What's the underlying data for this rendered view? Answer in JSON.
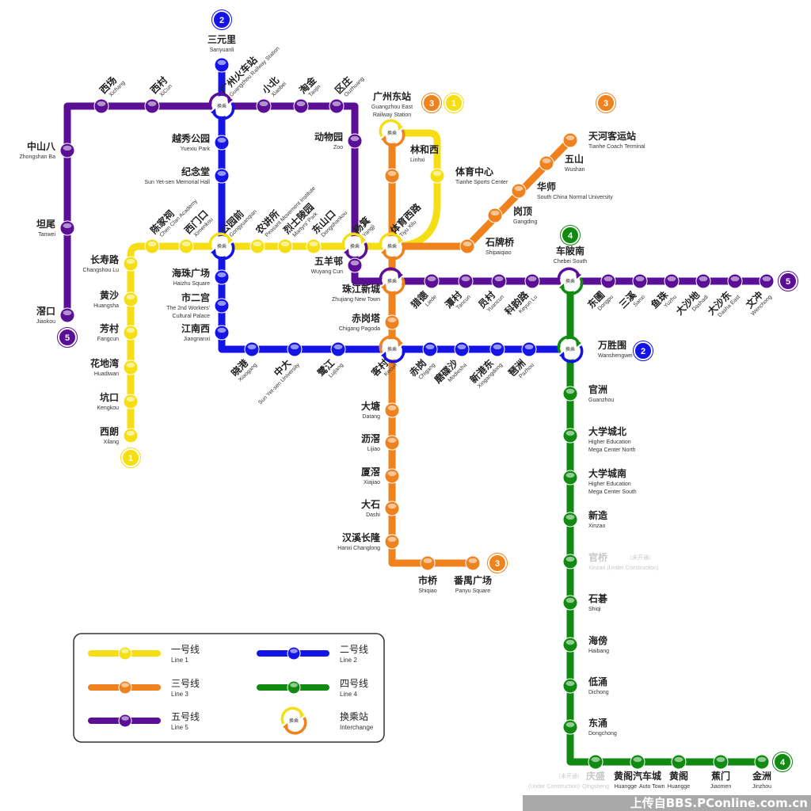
{
  "lines": [
    {
      "number": "1",
      "name_zh": "一号线",
      "name_en": "Line 1",
      "color": "#f5df14"
    },
    {
      "number": "2",
      "name_zh": "二号线",
      "name_en": "Line 2",
      "color": "#1414e6"
    },
    {
      "number": "3",
      "name_zh": "三号线",
      "name_en": "Line 3",
      "color": "#f0821e"
    },
    {
      "number": "4",
      "name_zh": "四号线",
      "name_en": "Line 4",
      "color": "#118a11"
    },
    {
      "number": "5",
      "name_zh": "五号线",
      "name_en": "Line 5",
      "color": "#5a0f96"
    }
  ],
  "interchange": {
    "icon_label": "换乘",
    "name_zh": "换乘站",
    "name_en": "Interchange"
  },
  "stations": [
    {
      "zh": "三元里",
      "en": "Sanyuanli"
    },
    {
      "zh": "广州火车站",
      "en": "Guangzhou Railway Station"
    },
    {
      "zh": "越秀公园",
      "en": "Yuexiu Park"
    },
    {
      "zh": "纪念堂",
      "en": "Sun Yet-sen Memorial Hall"
    },
    {
      "zh": "公园前",
      "en": "Gongyuanqian"
    },
    {
      "zh": "海珠广场",
      "en": "Haizhu Square"
    },
    {
      "zh": "市二宫",
      "en": "The 2nd Workers'",
      "en2": "Cultural Palace"
    },
    {
      "zh": "江南西",
      "en": "Jiangnanxi"
    },
    {
      "zh": "晓港",
      "en": "Xiaogang"
    },
    {
      "zh": "中大",
      "en": "Sun Yet-sen University"
    },
    {
      "zh": "鹭江",
      "en": "Lujiang"
    },
    {
      "zh": "客村",
      "en": "Kecun"
    },
    {
      "zh": "赤岗",
      "en": "Chigang"
    },
    {
      "zh": "磨碟沙",
      "en": "Modiesha"
    },
    {
      "zh": "新港东",
      "en": "Xingangdong"
    },
    {
      "zh": "琶洲",
      "en": "Pazhou"
    },
    {
      "zh": "万胜围",
      "en": "Wanshengwei"
    },
    {
      "zh": "西朗",
      "en": "Xilang"
    },
    {
      "zh": "坑口",
      "en": "Kengkou"
    },
    {
      "zh": "花地湾",
      "en": "Huadiwan"
    },
    {
      "zh": "芳村",
      "en": "Fangcun"
    },
    {
      "zh": "黄沙",
      "en": "Huangsha"
    },
    {
      "zh": "长寿路",
      "en": "Changshou Lu"
    },
    {
      "zh": "陈家祠",
      "en": "Chen Clan Academy"
    },
    {
      "zh": "西门口",
      "en": "Ximenkou"
    },
    {
      "zh": "农讲所",
      "en": "Peasant Movement Institute"
    },
    {
      "zh": "烈士陵园",
      "en": "Martyrs' Park"
    },
    {
      "zh": "东山口",
      "en": "Dongshankou"
    },
    {
      "zh": "杨箕",
      "en": "Yangji"
    },
    {
      "zh": "体育西路",
      "en": "Tiyu Xilu"
    },
    {
      "zh": "体育中心",
      "en": "Tianhe Sports Center"
    },
    {
      "zh": "广州东站",
      "en": "Guangzhou East",
      "en2": "Railway Station"
    },
    {
      "zh": "林和西",
      "en": "Linhxi"
    },
    {
      "zh": "珠江新城",
      "en": "Zhujiang New Town"
    },
    {
      "zh": "赤岗塔",
      "en": "Chigang Pagoda"
    },
    {
      "zh": "大塘",
      "en": "Datang"
    },
    {
      "zh": "沥滘",
      "en": "Lijiao"
    },
    {
      "zh": "厦滘",
      "en": "Xiajiao"
    },
    {
      "zh": "大石",
      "en": "Dashi"
    },
    {
      "zh": "汉溪长隆",
      "en": "Hanxi Changlong"
    },
    {
      "zh": "市桥",
      "en": "Shiqiao"
    },
    {
      "zh": "番禺广场",
      "en": "Panyu Square"
    },
    {
      "zh": "石牌桥",
      "en": "Shipaiqiao"
    },
    {
      "zh": "岗顶",
      "en": "Gangding"
    },
    {
      "zh": "华师",
      "en": "South China  Normal University"
    },
    {
      "zh": "五山",
      "en": "Wushan"
    },
    {
      "zh": "天河客运站",
      "en": "Tianhe Coach Terminal"
    },
    {
      "zh": "滘口",
      "en": "Jiaokou"
    },
    {
      "zh": "坦尾",
      "en": "Tanwei"
    },
    {
      "zh": "中山八",
      "en": "Zhongshan Ba"
    },
    {
      "zh": "西场",
      "en": "Xichang"
    },
    {
      "zh": "西村",
      "en": "XiCun"
    },
    {
      "zh": "小北",
      "en": "Xiaobei"
    },
    {
      "zh": "淘金",
      "en": "Taojin"
    },
    {
      "zh": "区庄",
      "en": "Ouzhuang"
    },
    {
      "zh": "动物园",
      "en": "Zoo"
    },
    {
      "zh": "五羊邨",
      "en": "Wuyang Cun"
    },
    {
      "zh": "猎德",
      "en": "Liede"
    },
    {
      "zh": "潭村",
      "en": "Tancun"
    },
    {
      "zh": "员村",
      "en": "Yuancun"
    },
    {
      "zh": "科韵路",
      "en": "Keyun Lu"
    },
    {
      "zh": "车陂南",
      "en": "Chebei South"
    },
    {
      "zh": "东圃",
      "en": "Dongpu"
    },
    {
      "zh": "三溪",
      "en": "Sanxi"
    },
    {
      "zh": "鱼珠",
      "en": "Yuzhu"
    },
    {
      "zh": "大沙地",
      "en": "Dashadi"
    },
    {
      "zh": "大沙东",
      "en": "Dasha East"
    },
    {
      "zh": "文冲",
      "en": "Wenchong"
    },
    {
      "zh": "官洲",
      "en": "Guanzhou"
    },
    {
      "zh": "大学城北",
      "en": "Higher Education",
      "en2": "Mega Center North"
    },
    {
      "zh": "大学城南",
      "en": "Higher Education",
      "en2": "Mega Center South"
    },
    {
      "zh": "新造",
      "en": "Xinzao"
    },
    {
      "zh": "官桥",
      "en": "Xinzao (Under Construction)",
      "note": "（未开通）"
    },
    {
      "zh": "石碁",
      "en": "Shiqi"
    },
    {
      "zh": "海傍",
      "en": "Haibang"
    },
    {
      "zh": "低涌",
      "en": "Dichong"
    },
    {
      "zh": "东涌",
      "en": "Dongchong"
    },
    {
      "zh": "庆盛",
      "en": "Qingsheng",
      "note": "（未开通）",
      "note_en": "(Under Construction)"
    },
    {
      "zh": "黄阁汽车城",
      "en": "Huangge",
      "en2": "Auto Town"
    },
    {
      "zh": "黄阁",
      "en": "Huangge"
    },
    {
      "zh": "蕉门",
      "en": "Jiaomen"
    },
    {
      "zh": "金洲",
      "en": "Jinzhou"
    }
  ],
  "watermark": "上传自BBS.PConline.com.cn"
}
